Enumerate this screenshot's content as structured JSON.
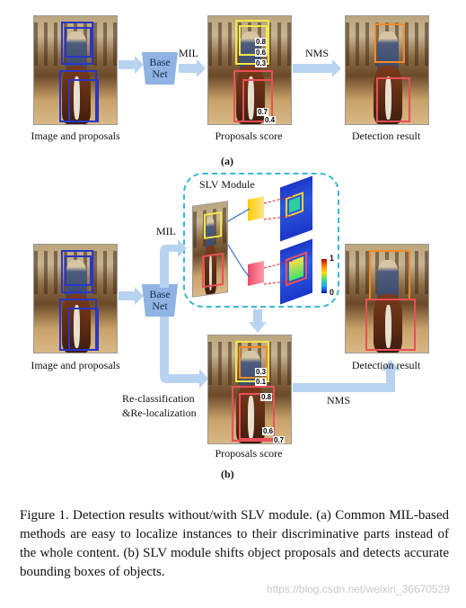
{
  "panel_a": {
    "caption_input": "Image and proposals",
    "base_net_line1": "Base",
    "base_net_line2": "Net",
    "arrow_mil": "MIL",
    "caption_scores": "Proposals score",
    "arrow_nms": "NMS",
    "caption_result": "Detection result",
    "label": "(a)",
    "scores_top": [
      "0.8",
      "0.6",
      "0.3"
    ],
    "scores_bottom": [
      "0.7",
      "0.4"
    ]
  },
  "panel_b": {
    "module_title": "SLV Module",
    "colorbar_max": "1",
    "colorbar_min": "0",
    "arrow_mil": "MIL",
    "base_net_line1": "Base",
    "base_net_line2": "Net",
    "caption_input": "Image and proposals",
    "caption_result": "Detection result",
    "arrow_recls_line1": "Re-classification",
    "arrow_recls_line2": "&Re-localization",
    "arrow_nms": "NMS",
    "caption_scores": "Proposals score",
    "label": "(b)",
    "scores_top": [
      "0.3",
      "0.1"
    ],
    "scores_bottom": [
      "0.8",
      "0.6",
      "0.7"
    ]
  },
  "caption": "Figure 1. Detection results without/with SLV module. (a) Common MIL-based methods are easy to localize instances to their discriminative parts instead of the whole content. (b) SLV module shifts object proposals and detects accurate bounding boxes of objects.",
  "watermark": "https://blog.csdn.net/weixin_36670529",
  "colors": {
    "blue_box": "#2a36c8",
    "yellow_box": "#f2e64a",
    "red_box": "#e8505a",
    "orange_box": "#f08a2a",
    "arrow": "#b7d3ef",
    "base_net": "#8fb3e3",
    "slv_border": "#3bb6d6"
  }
}
